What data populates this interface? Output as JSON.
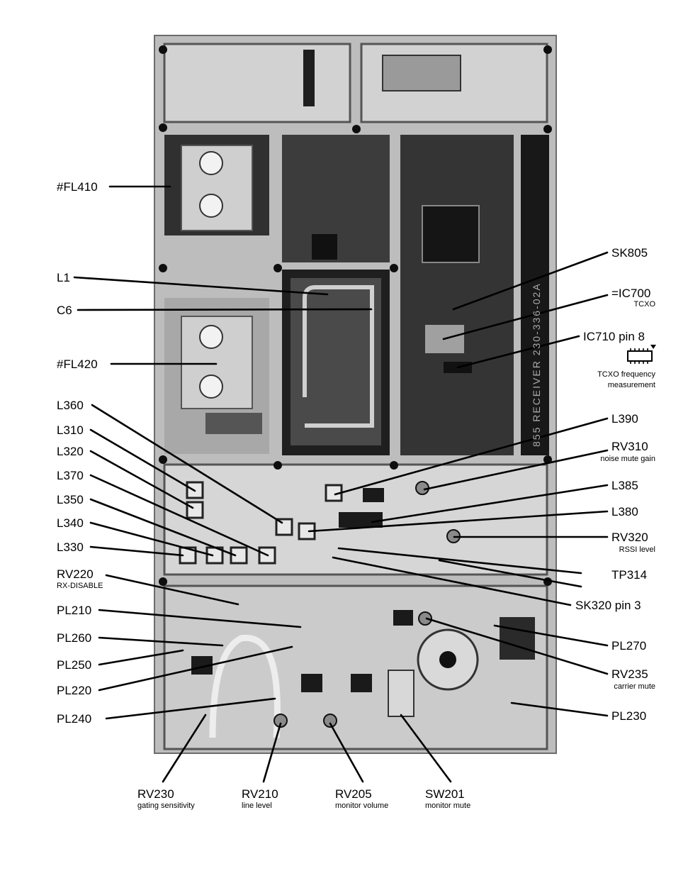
{
  "board_marking": "855 RECEIVER 230-336-02A",
  "callouts": [
    {
      "id": "fl410",
      "label": "#FL410",
      "sublabel": ""
    },
    {
      "id": "l1",
      "label": "L1",
      "sublabel": ""
    },
    {
      "id": "c6",
      "label": "C6",
      "sublabel": ""
    },
    {
      "id": "fl420",
      "label": "#FL420",
      "sublabel": ""
    },
    {
      "id": "l360",
      "label": "L360",
      "sublabel": ""
    },
    {
      "id": "l310",
      "label": "L310",
      "sublabel": ""
    },
    {
      "id": "l320",
      "label": "L320",
      "sublabel": ""
    },
    {
      "id": "l370",
      "label": "L370",
      "sublabel": ""
    },
    {
      "id": "l350",
      "label": "L350",
      "sublabel": ""
    },
    {
      "id": "l340",
      "label": "L340",
      "sublabel": ""
    },
    {
      "id": "l330",
      "label": "L330",
      "sublabel": ""
    },
    {
      "id": "rv220",
      "label": "RV220",
      "sublabel": "RX-DISABLE"
    },
    {
      "id": "pl210",
      "label": "PL210",
      "sublabel": ""
    },
    {
      "id": "pl260",
      "label": "PL260",
      "sublabel": ""
    },
    {
      "id": "pl250",
      "label": "PL250",
      "sublabel": ""
    },
    {
      "id": "pl220",
      "label": "PL220",
      "sublabel": ""
    },
    {
      "id": "pl240",
      "label": "PL240",
      "sublabel": ""
    },
    {
      "id": "sk805",
      "label": "SK805",
      "sublabel": ""
    },
    {
      "id": "ic700",
      "label": "=IC700",
      "sublabel": "TCXO"
    },
    {
      "id": "ic710",
      "label": "IC710 pin 8",
      "sublabel": ""
    },
    {
      "id": "l390",
      "label": "L390",
      "sublabel": ""
    },
    {
      "id": "rv310",
      "label": "RV310",
      "sublabel": "noise mute gain"
    },
    {
      "id": "l385",
      "label": "L385",
      "sublabel": ""
    },
    {
      "id": "l380",
      "label": "L380",
      "sublabel": ""
    },
    {
      "id": "rv320",
      "label": "RV320",
      "sublabel": "RSSI level"
    },
    {
      "id": "tp314",
      "label": "TP314",
      "sublabel": ""
    },
    {
      "id": "sk320",
      "label": "SK320 pin 3",
      "sublabel": ""
    },
    {
      "id": "pl270",
      "label": "PL270",
      "sublabel": ""
    },
    {
      "id": "rv235",
      "label": "RV235",
      "sublabel": "carrier mute"
    },
    {
      "id": "pl230",
      "label": "PL230",
      "sublabel": ""
    },
    {
      "id": "rv230",
      "label": "RV230",
      "sublabel": "gating sensitivity"
    },
    {
      "id": "rv210",
      "label": "RV210",
      "sublabel": "line level"
    },
    {
      "id": "rv205",
      "label": "RV205",
      "sublabel": "monitor volume"
    },
    {
      "id": "sw201",
      "label": "SW201",
      "sublabel": "monitor mute"
    }
  ],
  "tcxo_note": {
    "line1": "TCXO frequency",
    "line2": "measurement",
    "icon": "chip-probe-icon"
  }
}
